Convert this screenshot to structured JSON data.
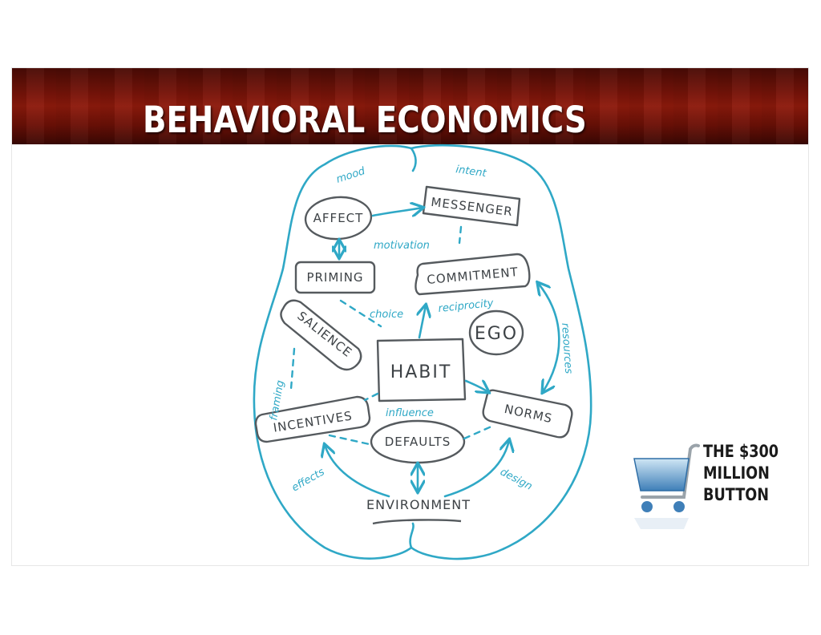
{
  "slide": {
    "title": "BEHAVIORAL ECONOMICS",
    "colors": {
      "banner": "#7a1409",
      "ink": "#2fa8c6",
      "box": "#555a5e"
    }
  },
  "diagram": {
    "nodes": {
      "affect": "AFFECT",
      "messenger": "MESSENGER",
      "priming": "PRIMING",
      "commitment": "COMMITMENT",
      "salience": "SALIENCE",
      "ego": "EGO",
      "habit": "HABIT",
      "incentives": "INCENTIVES",
      "norms": "NORMS",
      "defaults": "DEFAULTS",
      "environment": "ENVIRONMENT"
    },
    "labels": {
      "mood": "mood",
      "intent": "intent",
      "motivation": "motivation",
      "choice": "choice",
      "reciprocity": "reciprocity",
      "framing": "framing",
      "resources": "resources",
      "influence": "influence",
      "effects": "effects",
      "design": "design"
    }
  },
  "promo": {
    "line1": "THE $300",
    "line2": "MILLION",
    "line3": "BUTTON",
    "icon": "shopping-cart-icon"
  }
}
